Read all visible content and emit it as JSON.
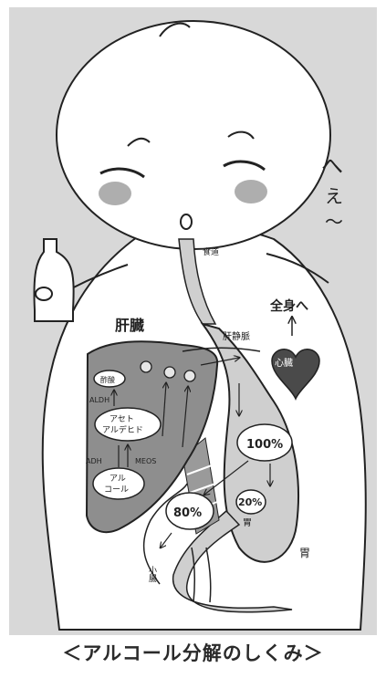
{
  "colors": {
    "background": "#d8d8d8",
    "body": "#ffffff",
    "liver": "#8e8e8e",
    "heart": "#4a4a4a",
    "stomach": "#cfcfcf",
    "cheek": "#9a9a9a"
  },
  "labels": {
    "exclaim_1": "へ",
    "exclaim_2": "え",
    "exclaim_3": "〜",
    "esophagus": "食道",
    "whole_body": "全身へ",
    "liver": "肝臓",
    "hepatic_vein": "肝静脈",
    "heart": "心臓",
    "acetic_acid": "酢酸",
    "aldh": "ALDH",
    "acetaldehyde_1": "アセト",
    "acetaldehyde_2": "アルデヒド",
    "adh": "ADH",
    "meos": "MEOS",
    "alcohol_1": "アル",
    "alcohol_2": "コール",
    "pct_100": "100%",
    "pct_80": "80%",
    "pct_20": "20%",
    "stomach_small": "胃",
    "stomach_big": "胃",
    "small_intestine": "小腸"
  },
  "caption": "＜アルコール分解のしくみ＞"
}
